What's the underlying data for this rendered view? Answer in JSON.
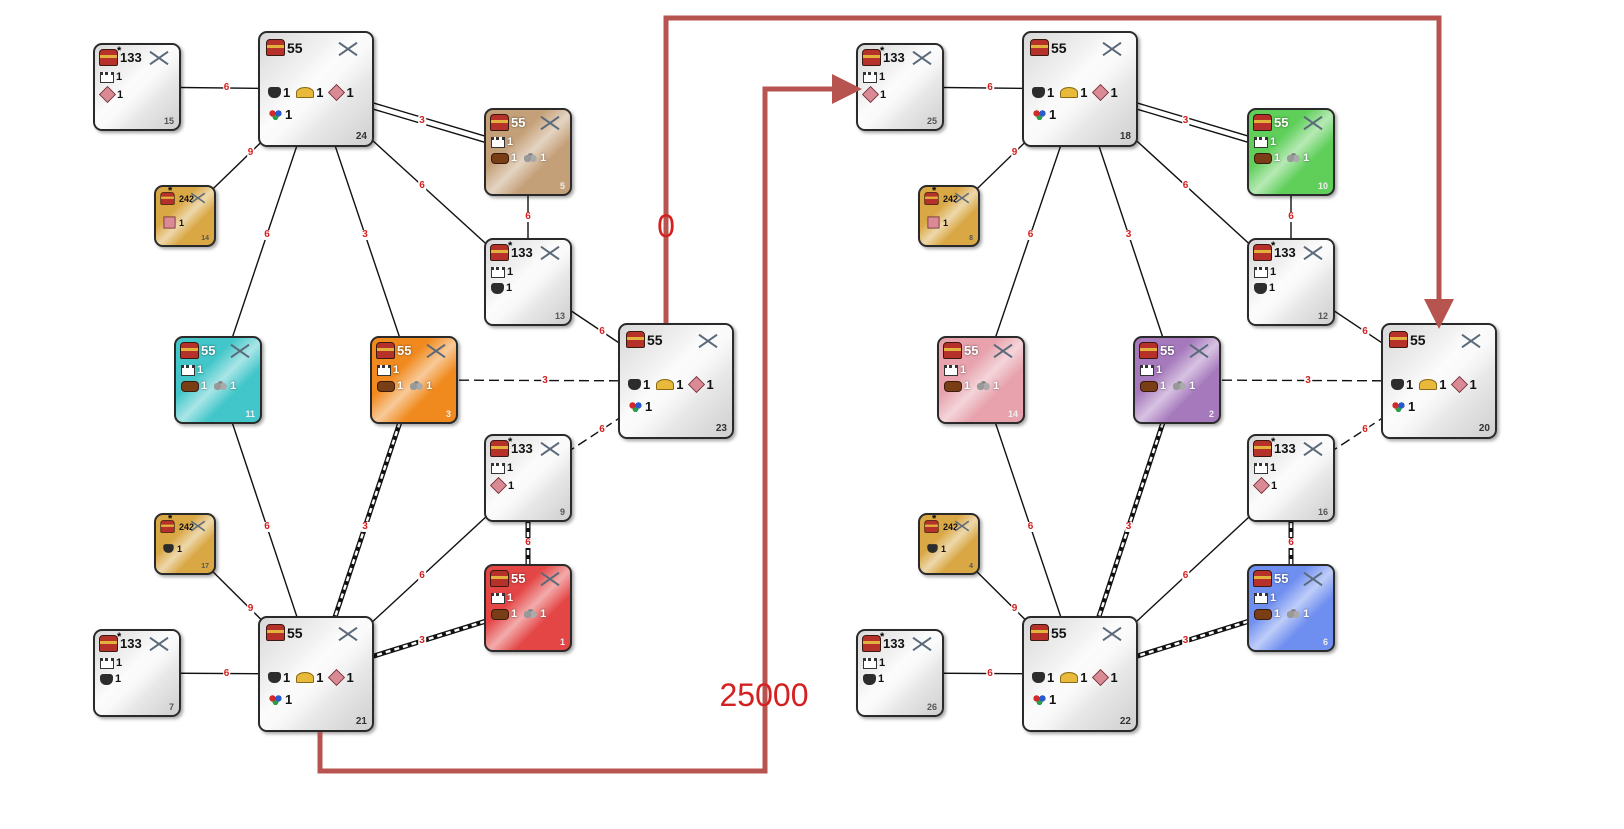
{
  "icon_names": {
    "chest": "treasure-chest-icon",
    "swords": "crossed-swords-icon",
    "castle": "castle-icon",
    "mercury": "mercury-pot-icon",
    "sulfur": "sulfur-icon",
    "crystal": "crystal-icon",
    "gems": "gems-icon",
    "wood": "wood-icon",
    "ore": "ore-icon"
  },
  "colors": {
    "white": "#f2f2f2",
    "gold": "#d9a845",
    "tan": "#c4a078",
    "teal": "#42c6c9",
    "orange": "#f08a1e",
    "red": "#e44545",
    "green": "#5fcf5a",
    "pink": "#e7a2ad",
    "purple": "#a679bd",
    "blue": "#6f8ff0",
    "edge_label": "#d42020",
    "flow_line": "#b85450"
  },
  "nodes": [
    {
      "key": "15",
      "id": "15",
      "type": "small",
      "color": "white",
      "gold": "133",
      "star": true,
      "rows": [
        [
          {
            "icon": "castle",
            "val": "1"
          }
        ],
        [
          {
            "icon": "crystal",
            "val": "1"
          }
        ]
      ]
    },
    {
      "key": "24",
      "id": "24",
      "type": "big",
      "color": "white",
      "gold": "55",
      "rows": [
        [
          {
            "icon": "mercury",
            "val": "1"
          },
          {
            "icon": "sulfur",
            "val": "1"
          },
          {
            "icon": "crystal",
            "val": "1"
          }
        ],
        [
          {
            "icon": "gems",
            "val": "1"
          }
        ]
      ]
    },
    {
      "key": "5",
      "id": "5",
      "type": "small",
      "color": "tan",
      "gold": "55",
      "dark": true,
      "rows": [
        [
          {
            "icon": "castle",
            "val": "1"
          }
        ],
        [
          {
            "icon": "wood",
            "val": "1"
          },
          {
            "icon": "ore",
            "val": "1"
          }
        ]
      ]
    },
    {
      "key": "14",
      "id": "14",
      "type": "small",
      "color": "gold",
      "gold": "242",
      "star": true,
      "tiny": true,
      "rows": [
        [
          {
            "icon": "crystal",
            "val": "1"
          }
        ]
      ]
    },
    {
      "key": "13",
      "id": "13",
      "type": "small",
      "color": "white",
      "gold": "133",
      "star": true,
      "rows": [
        [
          {
            "icon": "castle",
            "val": "1"
          }
        ],
        [
          {
            "icon": "mercury",
            "val": "1"
          }
        ]
      ]
    },
    {
      "key": "11",
      "id": "11",
      "type": "small",
      "color": "teal",
      "gold": "55",
      "dark": true,
      "rows": [
        [
          {
            "icon": "castle",
            "val": "1"
          }
        ],
        [
          {
            "icon": "wood",
            "val": "1"
          },
          {
            "icon": "ore",
            "val": "1"
          }
        ]
      ]
    },
    {
      "key": "3",
      "id": "3",
      "type": "small",
      "color": "orange",
      "gold": "55",
      "dark": true,
      "rows": [
        [
          {
            "icon": "castle",
            "val": "1"
          }
        ],
        [
          {
            "icon": "wood",
            "val": "1"
          },
          {
            "icon": "ore",
            "val": "1"
          }
        ]
      ]
    },
    {
      "key": "23",
      "id": "23",
      "type": "big",
      "color": "white",
      "gold": "55",
      "rows": [
        [
          {
            "icon": "mercury",
            "val": "1"
          },
          {
            "icon": "sulfur",
            "val": "1"
          },
          {
            "icon": "crystal",
            "val": "1"
          }
        ],
        [
          {
            "icon": "gems",
            "val": "1"
          }
        ]
      ]
    },
    {
      "key": "9",
      "id": "9",
      "type": "small",
      "color": "white",
      "gold": "133",
      "star": true,
      "rows": [
        [
          {
            "icon": "castle",
            "val": "1"
          }
        ],
        [
          {
            "icon": "crystal",
            "val": "1"
          }
        ]
      ]
    },
    {
      "key": "17",
      "id": "17",
      "type": "small",
      "color": "gold",
      "gold": "242",
      "star": true,
      "tiny": true,
      "rows": [
        [
          {
            "icon": "mercury",
            "val": "1"
          }
        ]
      ]
    },
    {
      "key": "1",
      "id": "1",
      "type": "small",
      "color": "red",
      "gold": "55",
      "dark": true,
      "rows": [
        [
          {
            "icon": "castle",
            "val": "1"
          }
        ],
        [
          {
            "icon": "wood",
            "val": "1"
          },
          {
            "icon": "ore",
            "val": "1"
          }
        ]
      ]
    },
    {
      "key": "7",
      "id": "7",
      "type": "small",
      "color": "white",
      "gold": "133",
      "star": true,
      "rows": [
        [
          {
            "icon": "castle",
            "val": "1"
          }
        ],
        [
          {
            "icon": "mercury",
            "val": "1"
          }
        ]
      ]
    },
    {
      "key": "21",
      "id": "21",
      "type": "big",
      "color": "white",
      "gold": "55",
      "rows": [
        [
          {
            "icon": "mercury",
            "val": "1"
          },
          {
            "icon": "sulfur",
            "val": "1"
          },
          {
            "icon": "crystal",
            "val": "1"
          }
        ],
        [
          {
            "icon": "gems",
            "val": "1"
          }
        ]
      ]
    },
    {
      "key": "25",
      "id": "25",
      "type": "small",
      "color": "white",
      "gold": "133",
      "star": true,
      "rows": [
        [
          {
            "icon": "castle",
            "val": "1"
          }
        ],
        [
          {
            "icon": "crystal",
            "val": "1"
          }
        ]
      ]
    },
    {
      "key": "18",
      "id": "18",
      "type": "big",
      "color": "white",
      "gold": "55",
      "rows": [
        [
          {
            "icon": "mercury",
            "val": "1"
          },
          {
            "icon": "sulfur",
            "val": "1"
          },
          {
            "icon": "crystal",
            "val": "1"
          }
        ],
        [
          {
            "icon": "gems",
            "val": "1"
          }
        ]
      ]
    },
    {
      "key": "10",
      "id": "10",
      "type": "small",
      "color": "green",
      "gold": "55",
      "dark": true,
      "rows": [
        [
          {
            "icon": "castle",
            "val": "1"
          }
        ],
        [
          {
            "icon": "wood",
            "val": "1"
          },
          {
            "icon": "ore",
            "val": "1"
          }
        ]
      ]
    },
    {
      "key": "8",
      "id": "8",
      "type": "small",
      "color": "gold",
      "gold": "242",
      "star": true,
      "tiny": true,
      "rows": [
        [
          {
            "icon": "crystal",
            "val": "1"
          }
        ]
      ]
    },
    {
      "key": "12",
      "id": "12",
      "type": "small",
      "color": "white",
      "gold": "133",
      "star": true,
      "rows": [
        [
          {
            "icon": "castle",
            "val": "1"
          }
        ],
        [
          {
            "icon": "mercury",
            "val": "1"
          }
        ]
      ]
    },
    {
      "key": "14b",
      "id": "14",
      "type": "small",
      "color": "pink",
      "gold": "55",
      "dark": true,
      "rows": [
        [
          {
            "icon": "castle",
            "val": "1"
          }
        ],
        [
          {
            "icon": "wood",
            "val": "1"
          },
          {
            "icon": "ore",
            "val": "1"
          }
        ]
      ]
    },
    {
      "key": "2",
      "id": "2",
      "type": "small",
      "color": "purple",
      "gold": "55",
      "dark": true,
      "rows": [
        [
          {
            "icon": "castle",
            "val": "1"
          }
        ],
        [
          {
            "icon": "wood",
            "val": "1"
          },
          {
            "icon": "ore",
            "val": "1"
          }
        ]
      ]
    },
    {
      "key": "20",
      "id": "20",
      "type": "big",
      "color": "white",
      "gold": "55",
      "rows": [
        [
          {
            "icon": "mercury",
            "val": "1"
          },
          {
            "icon": "sulfur",
            "val": "1"
          },
          {
            "icon": "crystal",
            "val": "1"
          }
        ],
        [
          {
            "icon": "gems",
            "val": "1"
          }
        ]
      ]
    },
    {
      "key": "16",
      "id": "16",
      "type": "small",
      "color": "white",
      "gold": "133",
      "star": true,
      "rows": [
        [
          {
            "icon": "castle",
            "val": "1"
          }
        ],
        [
          {
            "icon": "crystal",
            "val": "1"
          }
        ]
      ]
    },
    {
      "key": "4",
      "id": "4",
      "type": "small",
      "color": "gold",
      "gold": "242",
      "star": true,
      "tiny": true,
      "rows": [
        [
          {
            "icon": "mercury",
            "val": "1"
          }
        ]
      ]
    },
    {
      "key": "6",
      "id": "6",
      "type": "small",
      "color": "blue",
      "gold": "55",
      "dark": true,
      "rows": [
        [
          {
            "icon": "castle",
            "val": "1"
          }
        ],
        [
          {
            "icon": "wood",
            "val": "1"
          },
          {
            "icon": "ore",
            "val": "1"
          }
        ]
      ]
    },
    {
      "key": "26",
      "id": "26",
      "type": "small",
      "color": "white",
      "gold": "133",
      "star": true,
      "rows": [
        [
          {
            "icon": "castle",
            "val": "1"
          }
        ],
        [
          {
            "icon": "mercury",
            "val": "1"
          }
        ]
      ]
    },
    {
      "key": "22",
      "id": "22",
      "type": "big",
      "color": "white",
      "gold": "55",
      "rows": [
        [
          {
            "icon": "mercury",
            "val": "1"
          },
          {
            "icon": "sulfur",
            "val": "1"
          },
          {
            "icon": "crystal",
            "val": "1"
          }
        ],
        [
          {
            "icon": "gems",
            "val": "1"
          }
        ]
      ]
    }
  ],
  "edges": [
    {
      "from": "15",
      "to": "24",
      "label": "6",
      "style": "solid"
    },
    {
      "from": "24",
      "to": "14",
      "label": "9",
      "style": "solid"
    },
    {
      "from": "24",
      "to": "5",
      "label": "3",
      "style": "double"
    },
    {
      "from": "24",
      "to": "13",
      "label": "6",
      "style": "solid"
    },
    {
      "from": "24",
      "to": "11",
      "label": "6",
      "style": "solid"
    },
    {
      "from": "24",
      "to": "3",
      "label": "3",
      "style": "solid"
    },
    {
      "from": "5",
      "to": "13",
      "label": "6",
      "style": "solid"
    },
    {
      "from": "13",
      "to": "23",
      "label": "6",
      "style": "solid"
    },
    {
      "from": "3",
      "to": "23",
      "label": "3",
      "style": "dashed"
    },
    {
      "from": "9",
      "to": "23",
      "label": "6",
      "style": "dashed"
    },
    {
      "from": "11",
      "to": "21",
      "label": "6",
      "style": "solid"
    },
    {
      "from": "3",
      "to": "21",
      "label": "3",
      "style": "road"
    },
    {
      "from": "9",
      "to": "21",
      "label": "6",
      "style": "solid"
    },
    {
      "from": "9",
      "to": "1",
      "label": "6",
      "style": "road"
    },
    {
      "from": "17",
      "to": "21",
      "label": "9",
      "style": "solid"
    },
    {
      "from": "1",
      "to": "21",
      "label": "3",
      "style": "road"
    },
    {
      "from": "7",
      "to": "21",
      "label": "6",
      "style": "solid"
    },
    {
      "from": "25",
      "to": "18",
      "label": "6",
      "style": "solid"
    },
    {
      "from": "18",
      "to": "8",
      "label": "9",
      "style": "solid"
    },
    {
      "from": "18",
      "to": "10",
      "label": "3",
      "style": "double"
    },
    {
      "from": "18",
      "to": "12",
      "label": "6",
      "style": "solid"
    },
    {
      "from": "18",
      "to": "14b",
      "label": "6",
      "style": "solid"
    },
    {
      "from": "18",
      "to": "2",
      "label": "3",
      "style": "solid"
    },
    {
      "from": "10",
      "to": "12",
      "label": "6",
      "style": "solid"
    },
    {
      "from": "12",
      "to": "20",
      "label": "6",
      "style": "solid"
    },
    {
      "from": "2",
      "to": "20",
      "label": "3",
      "style": "dashed"
    },
    {
      "from": "16",
      "to": "20",
      "label": "6",
      "style": "dashed"
    },
    {
      "from": "14b",
      "to": "22",
      "label": "6",
      "style": "solid"
    },
    {
      "from": "2",
      "to": "22",
      "label": "3",
      "style": "road"
    },
    {
      "from": "16",
      "to": "22",
      "label": "6",
      "style": "solid"
    },
    {
      "from": "16",
      "to": "6",
      "label": "6",
      "style": "road"
    },
    {
      "from": "4",
      "to": "22",
      "label": "9",
      "style": "solid"
    },
    {
      "from": "6",
      "to": "22",
      "label": "3",
      "style": "road"
    },
    {
      "from": "26",
      "to": "22",
      "label": "6",
      "style": "solid"
    }
  ],
  "flows": [
    {
      "name": "flow-23-to-20",
      "label": "0"
    },
    {
      "name": "flow-21-to-25",
      "label": "25000"
    }
  ]
}
